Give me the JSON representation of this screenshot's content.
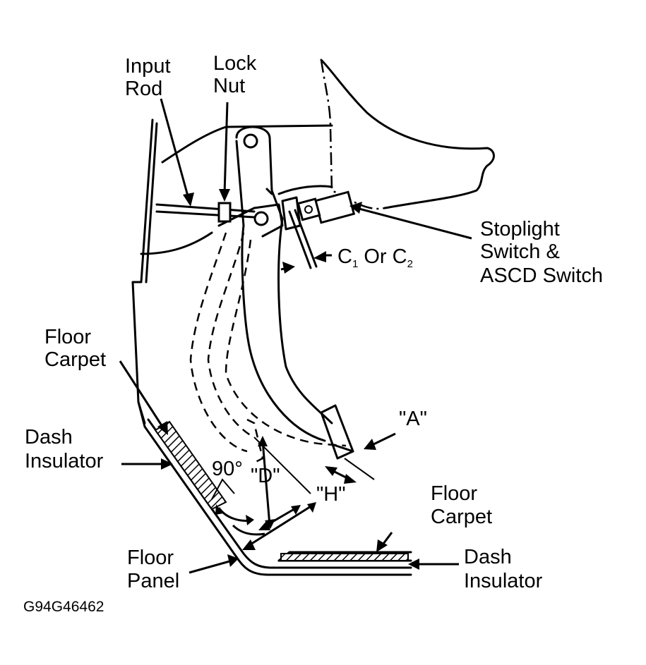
{
  "labels": {
    "input_rod": [
      "Input",
      "Rod"
    ],
    "lock_nut": [
      "Lock",
      "Nut"
    ],
    "stoplight_switch": [
      "Stoplight",
      "Switch &",
      "ASCD Switch"
    ],
    "clearance": {
      "c1": "C",
      "c1_sub": "1",
      "or": " Or ",
      "c2": "C",
      "c2_sub": "2"
    },
    "floor_carpet_upper": [
      "Floor",
      "Carpet"
    ],
    "dash_insulator_left": [
      "Dash",
      "Insulator"
    ],
    "angle": "90°",
    "dim_d": "\"D\"",
    "dim_h": "\"H\"",
    "dim_a": "\"A\"",
    "floor_carpet_lower": [
      "Floor",
      "Carpet"
    ],
    "floor_panel": [
      "Floor",
      "Panel"
    ],
    "dash_insulator_right": [
      "Dash",
      "Insulator"
    ],
    "figure_code": "G94G46462"
  }
}
